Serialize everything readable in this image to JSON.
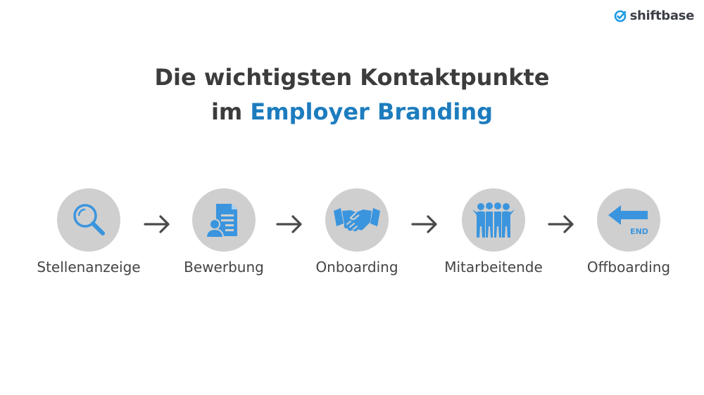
{
  "brand": {
    "name": "shiftbase"
  },
  "title": {
    "line1": "Die wichtigsten Kontaktpunkte",
    "line2_prefix": "im ",
    "line2_accent": "Employer Branding"
  },
  "steps": [
    {
      "label": "Stellenanzeige",
      "icon": "magnifier-icon"
    },
    {
      "label": "Bewerbung",
      "icon": "application-document-icon"
    },
    {
      "label": "Onboarding",
      "icon": "handshake-icon"
    },
    {
      "label": "Mitarbeitende",
      "icon": "team-icon"
    },
    {
      "label": "Offboarding",
      "icon": "end-arrow-icon",
      "icon_text": "END"
    }
  ],
  "colors": {
    "accent": "#1d7cbe",
    "icon": "#3b95de",
    "circle": "#cfcfcf",
    "text": "#3c3c3c",
    "arrow": "#4a4a4a"
  }
}
